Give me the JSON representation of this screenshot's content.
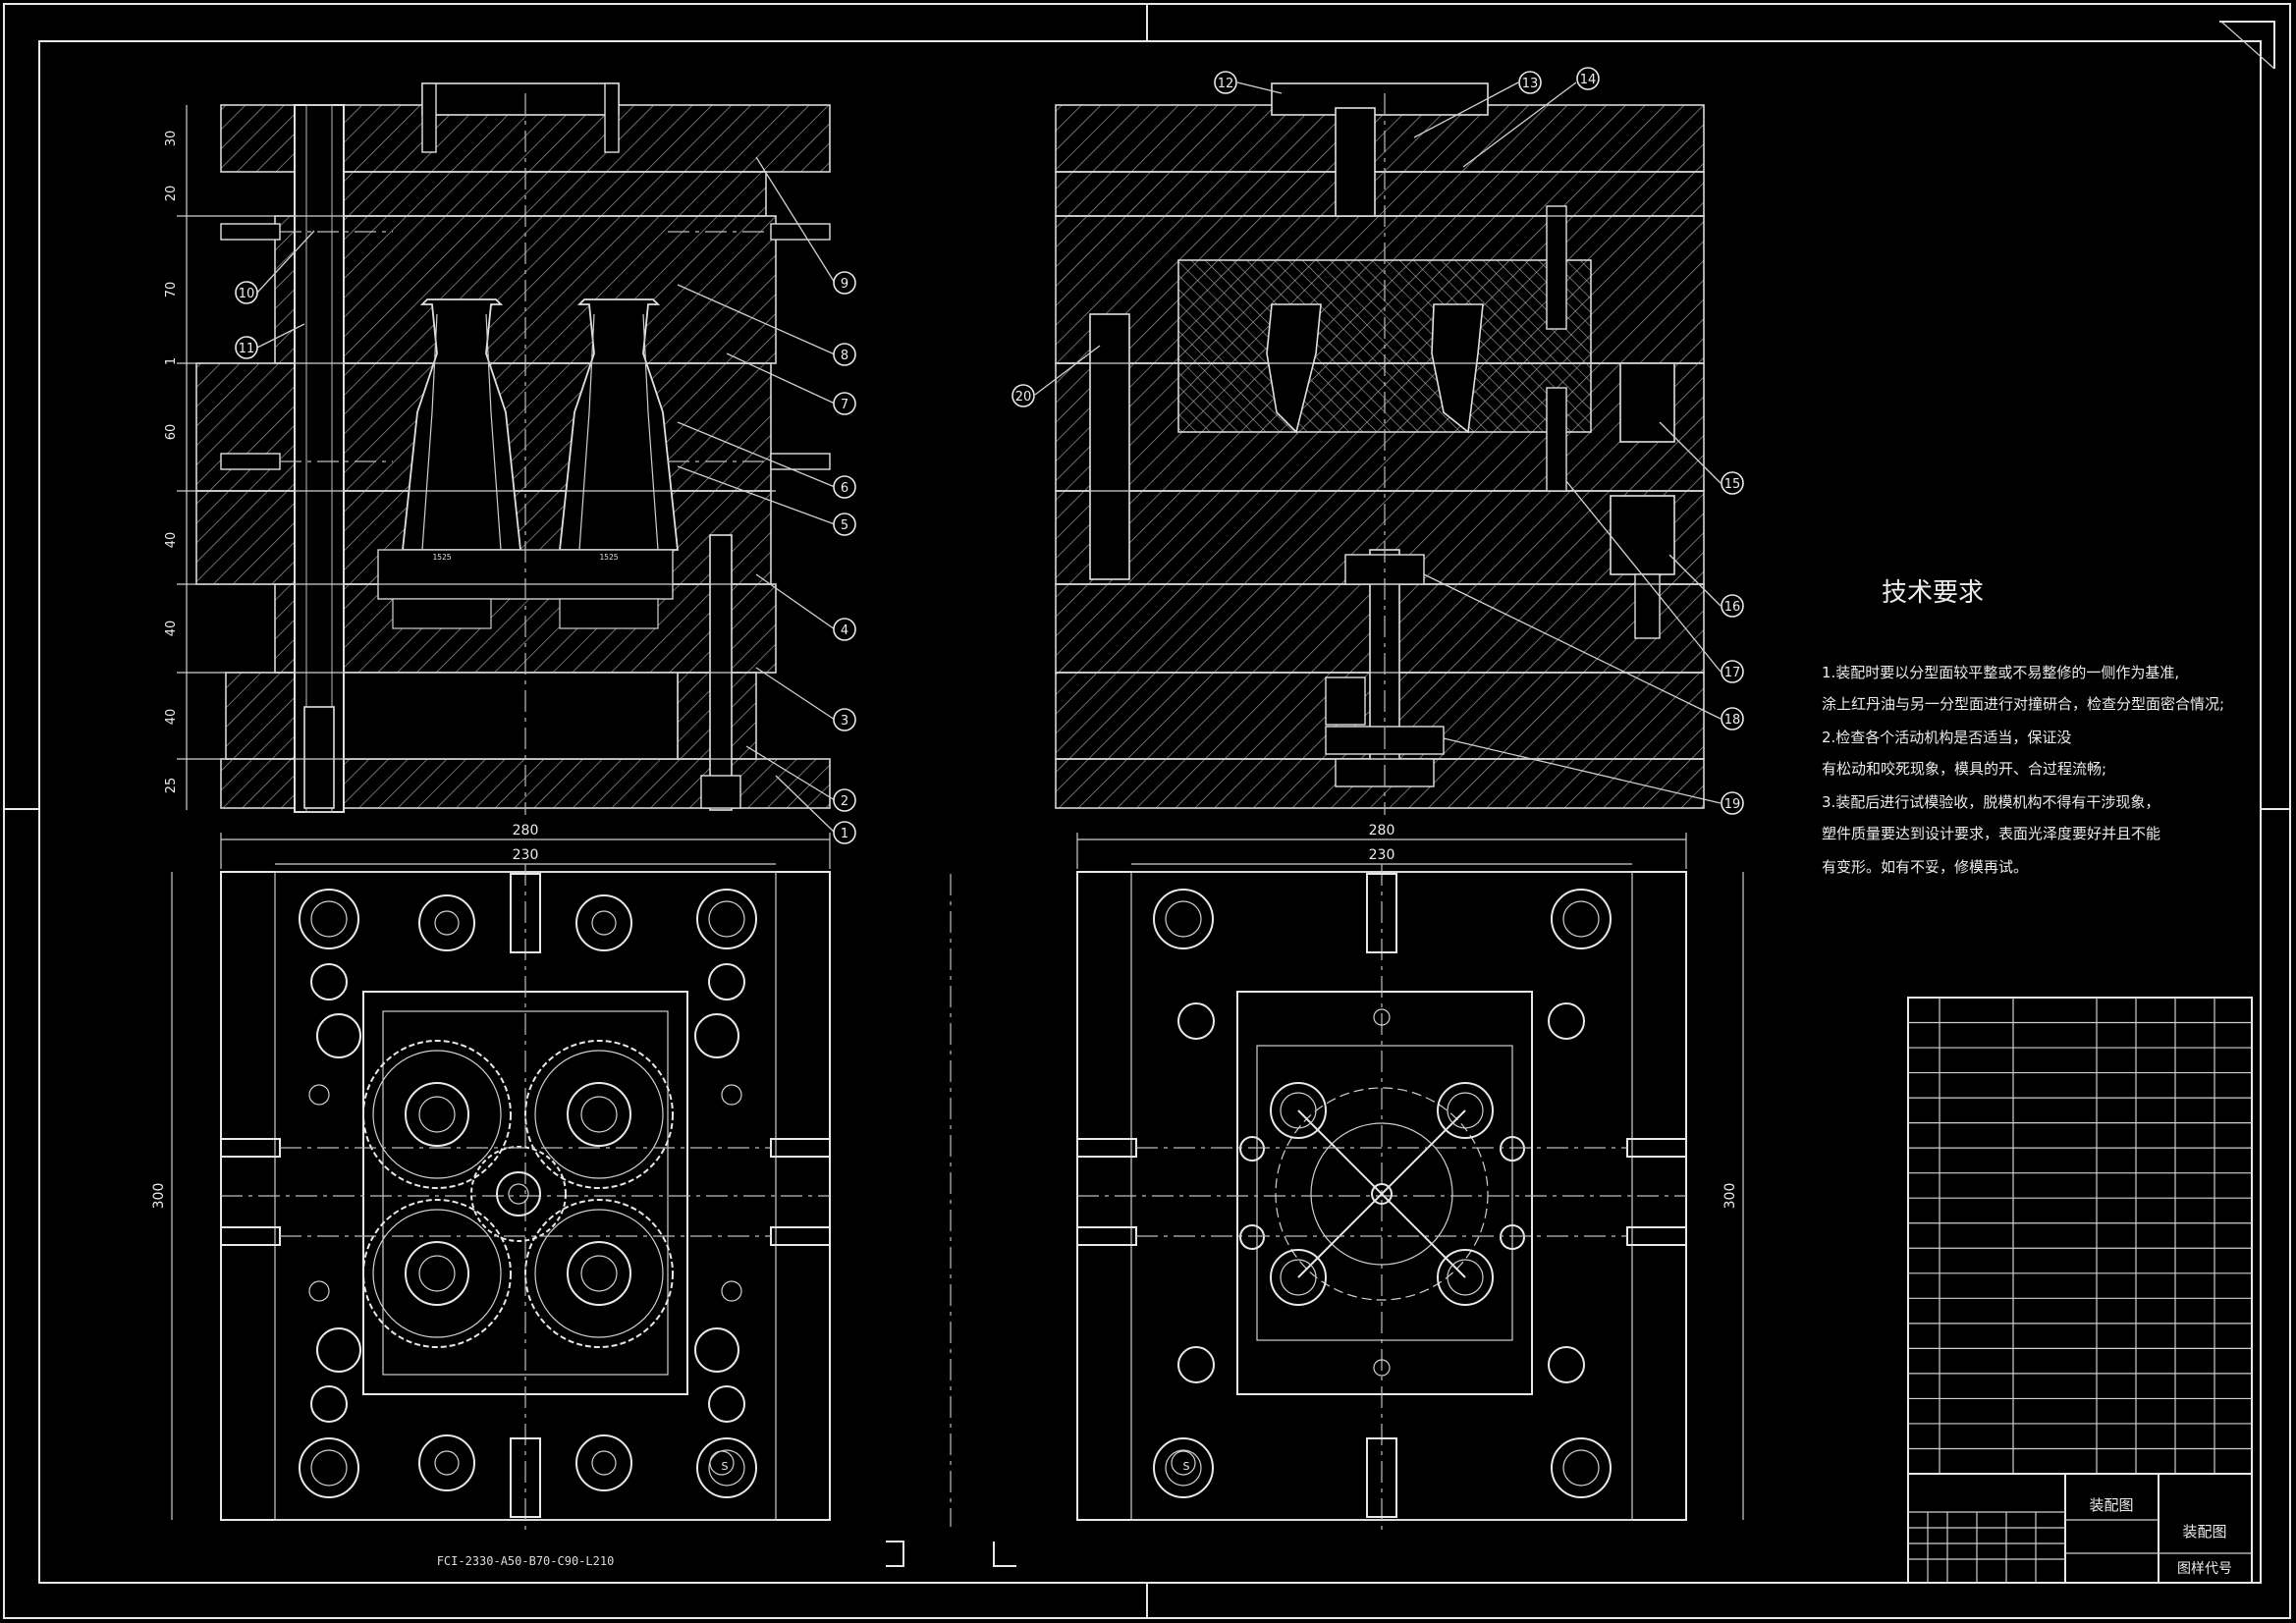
{
  "drawing": {
    "title": "装配图",
    "title_block_name": "装配图",
    "title_block_code": "图样代号",
    "mold_base_code": "FCI-2330-A50-B70-C90-L210"
  },
  "dimensions": {
    "left_vertical": [
      "30",
      "20",
      "70",
      "1",
      "60",
      "40",
      "40",
      "40",
      "25"
    ],
    "left_width_outer": "280",
    "left_width_inner": "230",
    "left_height": "300",
    "right_width_outer": "280",
    "right_width_inner": "230",
    "right_height": "300"
  },
  "callouts_left": [
    "1",
    "2",
    "3",
    "4",
    "5",
    "6",
    "7",
    "8",
    "9",
    "10",
    "11"
  ],
  "callouts_right": [
    "12",
    "13",
    "14",
    "15",
    "16",
    "17",
    "18",
    "19",
    "20"
  ],
  "tech_requirements": {
    "heading": "技术要求",
    "lines": [
      "1.装配时要以分型面较平整或不易整修的一侧作为基准,",
      "涂上红丹油与另一分型面进行对撞研合，检查分型面密合情况;",
      "2.检查各个活动机构是否适当，保证没",
      "有松动和咬死现象，模具的开、合过程流畅;",
      "3.装配后进行试模验收，脱模机构不得有干涉现象，",
      "塑件质量要达到设计要求，表面光泽度要好并且不能",
      "有变形。如有不妥，修模再试。"
    ]
  },
  "small_marks": {
    "stamp": "S",
    "size_labels": [
      "1525"
    ]
  }
}
